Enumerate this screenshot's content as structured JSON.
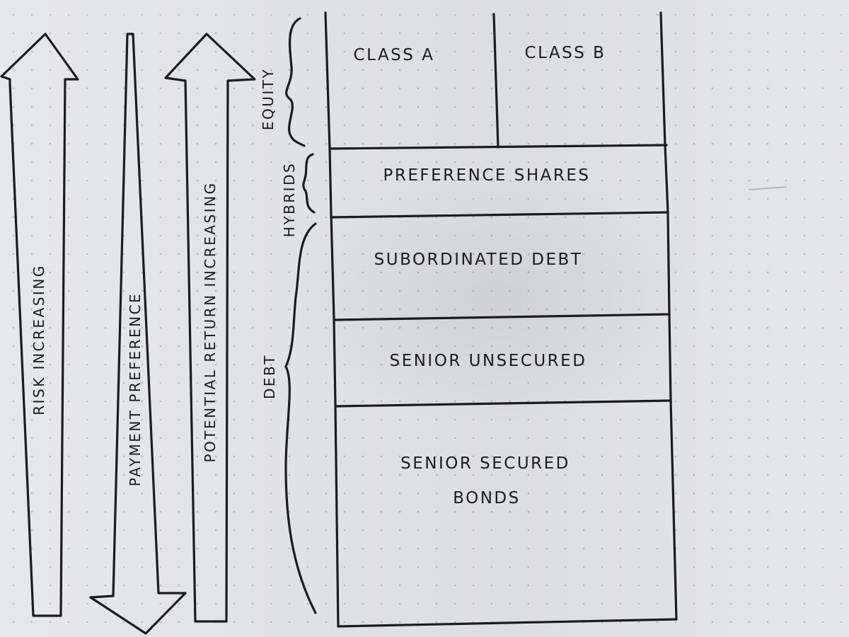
{
  "arrows": {
    "risk": "RISK INCREASING",
    "payment": "PAYMENT PREFERENCE",
    "return": "POTENTIAL RETURN INCREASING"
  },
  "groups": {
    "equity": "EQUITY",
    "hybrids": "HYBRIDS",
    "debt": "DEBT"
  },
  "tiers": {
    "class_a": "CLASS A",
    "class_b": "CLASS B",
    "preference_shares": "PREFERENCE SHARES",
    "subordinated_debt": "SUBORDINATED DEBT",
    "senior_unsecured": "SENIOR UNSECURED",
    "senior_secured_line1": "SENIOR SECURED",
    "senior_secured_line2": "BONDS"
  }
}
